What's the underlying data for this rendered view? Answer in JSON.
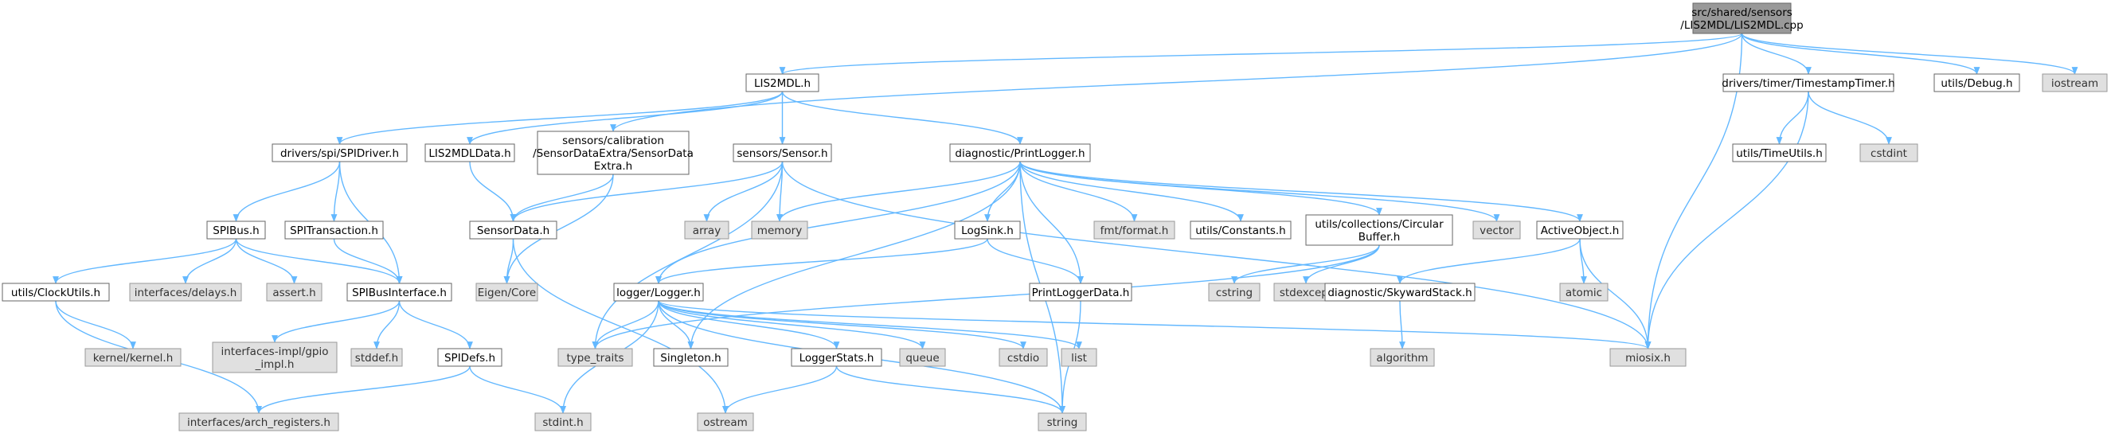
{
  "graph": {
    "edge_color": "#63b8ff",
    "node_colors": {
      "file": "#ffffff",
      "system": "#e0e0e0",
      "root": "#999999"
    },
    "nodes": {
      "root": {
        "lines": [
          "src/shared/sensors",
          "/LIS2MDL/LIS2MDL.cpp"
        ],
        "kind": "root"
      },
      "lis2mdl_h": {
        "lines": [
          "LIS2MDL.h"
        ],
        "kind": "file"
      },
      "timestamp": {
        "lines": [
          "drivers/timer/TimestampTimer.h"
        ],
        "kind": "file"
      },
      "debug": {
        "lines": [
          "utils/Debug.h"
        ],
        "kind": "file"
      },
      "iostream": {
        "lines": [
          "iostream"
        ],
        "kind": "system"
      },
      "spidriver": {
        "lines": [
          "drivers/spi/SPIDriver.h"
        ],
        "kind": "file"
      },
      "lisdata": {
        "lines": [
          "LIS2MDLData.h"
        ],
        "kind": "file"
      },
      "calib": {
        "lines": [
          "sensors/calibration",
          "/SensorDataExtra/SensorData",
          "Extra.h"
        ],
        "kind": "file"
      },
      "sensor": {
        "lines": [
          "sensors/Sensor.h"
        ],
        "kind": "file"
      },
      "printlogger": {
        "lines": [
          "diagnostic/PrintLogger.h"
        ],
        "kind": "file"
      },
      "timeutils": {
        "lines": [
          "utils/TimeUtils.h"
        ],
        "kind": "file"
      },
      "cstdint": {
        "lines": [
          "cstdint"
        ],
        "kind": "system"
      },
      "spibus": {
        "lines": [
          "SPIBus.h"
        ],
        "kind": "file"
      },
      "spitrans": {
        "lines": [
          "SPITransaction.h"
        ],
        "kind": "file"
      },
      "sensordata": {
        "lines": [
          "SensorData.h"
        ],
        "kind": "file"
      },
      "array": {
        "lines": [
          "array"
        ],
        "kind": "system"
      },
      "memory": {
        "lines": [
          "memory"
        ],
        "kind": "system"
      },
      "logsink": {
        "lines": [
          "LogSink.h"
        ],
        "kind": "file"
      },
      "fmt": {
        "lines": [
          "fmt/format.h"
        ],
        "kind": "system"
      },
      "constants": {
        "lines": [
          "utils/Constants.h"
        ],
        "kind": "file"
      },
      "circbuf": {
        "lines": [
          "utils/collections/Circular",
          "Buffer.h"
        ],
        "kind": "file"
      },
      "vector": {
        "lines": [
          "vector"
        ],
        "kind": "system"
      },
      "activeobj": {
        "lines": [
          "ActiveObject.h"
        ],
        "kind": "file"
      },
      "clockutils": {
        "lines": [
          "utils/ClockUtils.h"
        ],
        "kind": "file"
      },
      "delays": {
        "lines": [
          "interfaces/delays.h"
        ],
        "kind": "system"
      },
      "assert": {
        "lines": [
          "assert.h"
        ],
        "kind": "system"
      },
      "spibusif": {
        "lines": [
          "SPIBusInterface.h"
        ],
        "kind": "file"
      },
      "eigen": {
        "lines": [
          "Eigen/Core"
        ],
        "kind": "system"
      },
      "logger": {
        "lines": [
          "logger/Logger.h"
        ],
        "kind": "file"
      },
      "pldata": {
        "lines": [
          "PrintLoggerData.h"
        ],
        "kind": "file"
      },
      "cstring": {
        "lines": [
          "cstring"
        ],
        "kind": "system"
      },
      "stdexcept": {
        "lines": [
          "stdexcept"
        ],
        "kind": "system"
      },
      "skyward": {
        "lines": [
          "diagnostic/SkywardStack.h"
        ],
        "kind": "file"
      },
      "atomic": {
        "lines": [
          "atomic"
        ],
        "kind": "system"
      },
      "kernel": {
        "lines": [
          "kernel/kernel.h"
        ],
        "kind": "system"
      },
      "gpioimpl": {
        "lines": [
          "interfaces-impl/gpio",
          "_impl.h"
        ],
        "kind": "system"
      },
      "stddef": {
        "lines": [
          "stddef.h"
        ],
        "kind": "system"
      },
      "spidefs": {
        "lines": [
          "SPIDefs.h"
        ],
        "kind": "file"
      },
      "typetraits": {
        "lines": [
          "type_traits"
        ],
        "kind": "system"
      },
      "singleton": {
        "lines": [
          "Singleton.h"
        ],
        "kind": "file"
      },
      "loggerstats": {
        "lines": [
          "LoggerStats.h"
        ],
        "kind": "file"
      },
      "queue": {
        "lines": [
          "queue"
        ],
        "kind": "system"
      },
      "cstdio": {
        "lines": [
          "cstdio"
        ],
        "kind": "system"
      },
      "list": {
        "lines": [
          "list"
        ],
        "kind": "system"
      },
      "miosix": {
        "lines": [
          "miosix.h"
        ],
        "kind": "system"
      },
      "algorithm": {
        "lines": [
          "algorithm"
        ],
        "kind": "system"
      },
      "archregs": {
        "lines": [
          "interfaces/arch_registers.h"
        ],
        "kind": "system"
      },
      "stdint": {
        "lines": [
          "stdint.h"
        ],
        "kind": "system"
      },
      "ostream": {
        "lines": [
          "ostream"
        ],
        "kind": "system"
      },
      "string": {
        "lines": [
          "string"
        ],
        "kind": "system"
      }
    },
    "edges": [
      [
        "root",
        "lis2mdl_h"
      ],
      [
        "root",
        "timestamp"
      ],
      [
        "root",
        "debug"
      ],
      [
        "root",
        "iostream"
      ],
      [
        "root",
        "calib"
      ],
      [
        "root",
        "miosix"
      ],
      [
        "lis2mdl_h",
        "spidriver"
      ],
      [
        "lis2mdl_h",
        "lisdata"
      ],
      [
        "lis2mdl_h",
        "sensor"
      ],
      [
        "lis2mdl_h",
        "printlogger"
      ],
      [
        "timestamp",
        "timeutils"
      ],
      [
        "timestamp",
        "cstdint"
      ],
      [
        "timestamp",
        "miosix"
      ],
      [
        "spidriver",
        "spibus"
      ],
      [
        "spidriver",
        "spitrans"
      ],
      [
        "spidriver",
        "spibusif"
      ],
      [
        "lisdata",
        "sensordata"
      ],
      [
        "calib",
        "sensordata"
      ],
      [
        "calib",
        "eigen"
      ],
      [
        "sensor",
        "sensordata"
      ],
      [
        "sensor",
        "array"
      ],
      [
        "sensor",
        "memory"
      ],
      [
        "sensor",
        "typetraits"
      ],
      [
        "sensor",
        "miosix"
      ],
      [
        "printlogger",
        "memory"
      ],
      [
        "printlogger",
        "logsink"
      ],
      [
        "printlogger",
        "fmt"
      ],
      [
        "printlogger",
        "constants"
      ],
      [
        "printlogger",
        "circbuf"
      ],
      [
        "printlogger",
        "vector"
      ],
      [
        "printlogger",
        "activeobj"
      ],
      [
        "printlogger",
        "logger"
      ],
      [
        "printlogger",
        "pldata"
      ],
      [
        "printlogger",
        "singleton"
      ],
      [
        "printlogger",
        "string"
      ],
      [
        "spibus",
        "clockutils"
      ],
      [
        "spibus",
        "delays"
      ],
      [
        "spibus",
        "assert"
      ],
      [
        "spibus",
        "spibusif"
      ],
      [
        "spitrans",
        "spibusif"
      ],
      [
        "sensordata",
        "eigen"
      ],
      [
        "sensordata",
        "ostream"
      ],
      [
        "logsink",
        "logger"
      ],
      [
        "logsink",
        "pldata"
      ],
      [
        "circbuf",
        "cstring"
      ],
      [
        "circbuf",
        "stdexcept"
      ],
      [
        "circbuf",
        "typetraits"
      ],
      [
        "activeobj",
        "skyward"
      ],
      [
        "activeobj",
        "atomic"
      ],
      [
        "activeobj",
        "miosix"
      ],
      [
        "clockutils",
        "kernel"
      ],
      [
        "clockutils",
        "archregs"
      ],
      [
        "spibusif",
        "gpioimpl"
      ],
      [
        "spibusif",
        "stddef"
      ],
      [
        "spibusif",
        "spidefs"
      ],
      [
        "logger",
        "typetraits"
      ],
      [
        "logger",
        "singleton"
      ],
      [
        "logger",
        "loggerstats"
      ],
      [
        "logger",
        "queue"
      ],
      [
        "logger",
        "cstdio"
      ],
      [
        "logger",
        "list"
      ],
      [
        "logger",
        "miosix"
      ],
      [
        "logger",
        "stdint"
      ],
      [
        "logger",
        "string"
      ],
      [
        "pldata",
        "string"
      ],
      [
        "skyward",
        "algorithm"
      ],
      [
        "spidefs",
        "archregs"
      ],
      [
        "spidefs",
        "stdint"
      ],
      [
        "loggerstats",
        "ostream"
      ],
      [
        "loggerstats",
        "string"
      ]
    ]
  }
}
